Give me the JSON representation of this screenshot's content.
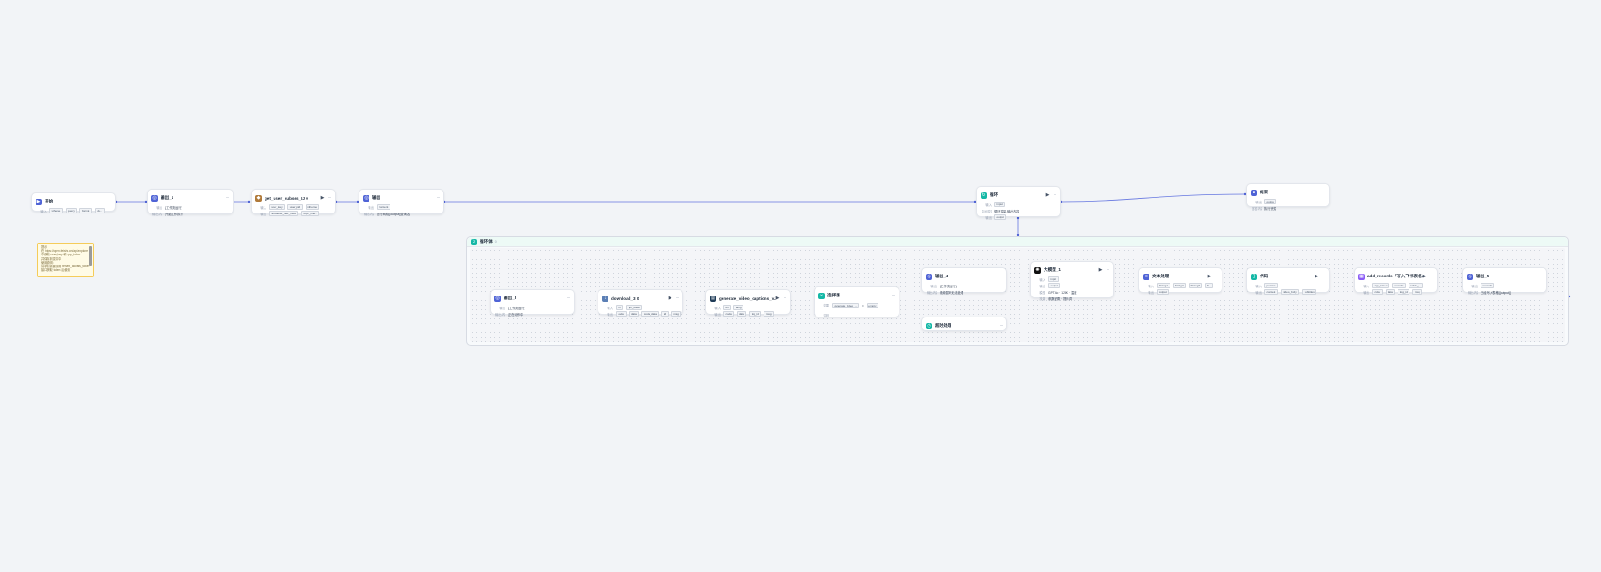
{
  "colors": {
    "accent": "#4f63d6",
    "wire": "#6576e0",
    "teal": "#14b8a6",
    "note_border": "#f5cc5a"
  },
  "nodes": {
    "start": {
      "title": "开始",
      "input_label": "输入",
      "tags": [
        "xtheme",
        "query",
        "format",
        "da..."
      ],
      "icon": "play-icon"
    },
    "output1": {
      "title": "输出_1",
      "line1_label": "输出",
      "line1": "{工作流运行}",
      "line2_label": "输出内容",
      "line2": "开始工作执行",
      "icon": "output-icon"
    },
    "getuser": {
      "title": "get_user_subses_IJ 0",
      "input_label": "输入",
      "input_tags": [
        "user_key",
        "user_pid",
        "xtheme"
      ],
      "output_label": "输出",
      "output_tags": [
        "available_filter_titles",
        "topic_filte..."
      ],
      "icon": "plugin-icon"
    },
    "output2": {
      "title": "输出",
      "line1_label": "输出",
      "line1": "content",
      "line2_label": "输出内容",
      "line2": "进行网络[{output}]查询答",
      "icon": "output-icon"
    },
    "loop": {
      "title": "循环",
      "input_label": "输入",
      "input_tag": "input",
      "line_label": "中间变量",
      "line": "循环变量.输出内容",
      "output_label": "输出",
      "output_tag": "output",
      "icon": "loop-icon"
    },
    "end": {
      "title": "结束",
      "output_label": "输出",
      "output_tag": "output",
      "content_label": "回答内容",
      "content": "执行完成",
      "icon": "end-icon"
    },
    "output3": {
      "title": "输出_3",
      "line1_label": "输出",
      "line1": "{工作流运行}",
      "line2_label": "输出内容",
      "line2": "正在制作中",
      "icon": "output-icon"
    },
    "download": {
      "title": "download_3 0",
      "input_label": "输入",
      "input_tags": [
        "url",
        "api_token"
      ],
      "output_label": "输出",
      "output_tags": [
        "code",
        "data",
        "code_data",
        "id",
        "msg"
      ],
      "icon": "download-icon"
    },
    "generate": {
      "title": "generate_video_captions_v... 0",
      "input_label": "输入",
      "input_tags": [
        "url",
        "lang"
      ],
      "output_label": "输出",
      "output_tags": [
        "code",
        "data",
        "log_id",
        "msg"
      ],
      "icon": "caption-icon"
    },
    "condition": {
      "title": "选择器",
      "if_label": "如果",
      "if_field": "generate_video_...",
      "if_op": "=",
      "if_val": "empty",
      "else_label": "否则",
      "icon": "branch-icon"
    },
    "output4": {
      "title": "输出_4",
      "line1_label": "输出",
      "line1": "{工作流运行}",
      "line2_label": "输出内容",
      "line2": "视频暂时无法处理",
      "icon": "output-icon"
    },
    "gpt": {
      "title": "大模型_1",
      "input_label": "输入",
      "input_tags": [
        "input"
      ],
      "output_label": "输出",
      "output_tags": [
        "output"
      ],
      "model_label": "模型",
      "model": "GPT-4o · 128K · 温度",
      "skill_label": "技能",
      "skill": "参数配置 · 提示词",
      "icon": "gpt-icon"
    },
    "code": {
      "title": "文本处理",
      "input_label": "输入",
      "input_tags": [
        "String1",
        "String2",
        "String3",
        "S..."
      ],
      "output_label": "输出",
      "output_tags": [
        "output"
      ],
      "icon": "code-icon"
    },
    "split": {
      "title": "代码",
      "input_label": "输入",
      "input_tags": [
        "params"
      ],
      "output_label": "输出",
      "output_tags": [
        "content",
        "video_body",
        "subtitles"
      ],
      "icon": "code2-icon"
    },
    "addrecord": {
      "title": "add_records「写入飞书表格... 0",
      "input_label": "输入",
      "input_tags": [
        "app_token",
        "records",
        "table_i..."
      ],
      "output_label": "输出",
      "output_tags": [
        "code",
        "data",
        "log_id",
        "msg"
      ],
      "icon": "table-icon"
    },
    "output5": {
      "title": "输出_5",
      "line1_label": "输出",
      "line1": "records",
      "line2_label": "输出内容",
      "line2": "已经写入表格[{output}]",
      "icon": "output-icon"
    },
    "timeout": {
      "title": "超时处理",
      "icon": "timer-icon"
    }
  },
  "group": {
    "title": "循环体",
    "extra": "0"
  },
  "note": {
    "lines": [
      "提示:",
      "在 https://open.feishu.cn/api-explorer",
      "中获取 user_key 和 app_token",
      "并保存到变量中",
      "",
      "使用说明:",
      "请求前需要调用 tenant_access_token",
      "接口获取 token 后使用"
    ]
  }
}
